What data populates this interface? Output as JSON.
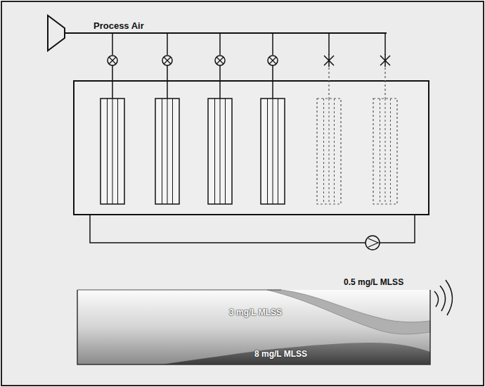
{
  "diagram": {
    "labels": [
      "Process Air",
      "0.5 mg/L MLSS",
      "3 mg/L MLSS",
      "8 mg/L MLSS"
    ]
  }
}
